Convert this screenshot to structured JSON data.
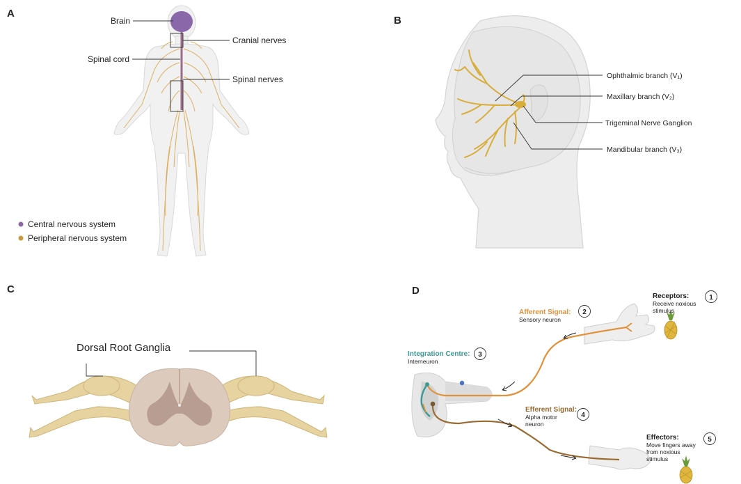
{
  "colors": {
    "cns": "#8a67a8",
    "pns": "#c99838",
    "afferent": "#e0913a",
    "efferent": "#9a6a30",
    "integration": "#3b9a96",
    "ganglia": "#e6d3a0",
    "grey_matter": "#b79d92",
    "white_matter": "#dccabd"
  },
  "panel_a": {
    "letter": "A",
    "labels": {
      "brain": "Brain",
      "cranial_nerves": "Cranial nerves",
      "spinal_cord": "Spinal cord",
      "spinal_nerves": "Spinal nerves"
    },
    "legend": [
      {
        "text": "Central nervous system",
        "color": "#8a67a8"
      },
      {
        "text": "Peripheral nervous system",
        "color": "#c99838"
      }
    ]
  },
  "panel_b": {
    "letter": "B",
    "labels": {
      "ophthalmic": "Ophthalmic branch (V₁)",
      "maxillary": "Maxillary branch (V₂)",
      "ganglion": "Trigeminal Nerve Ganglion",
      "mandibular": "Mandibular branch (V₃)"
    }
  },
  "panel_c": {
    "letter": "C",
    "labels": {
      "drg": "Dorsal Root Ganglia"
    }
  },
  "panel_d": {
    "letter": "D",
    "steps": [
      {
        "num": "1",
        "title": "Receptors:",
        "desc": [
          "Receive noxious",
          "stimulus"
        ]
      },
      {
        "num": "2",
        "title": "Afferent Signal:",
        "desc": [
          "Sensory neuron"
        ]
      },
      {
        "num": "3",
        "title": "Integration Centre:",
        "desc": [
          "Interneuron"
        ]
      },
      {
        "num": "4",
        "title": "Efferent Signal:",
        "desc": [
          "Alpha motor",
          "neuron"
        ]
      },
      {
        "num": "5",
        "title": "Effectors:",
        "desc": [
          "Move fingers away",
          "from noxious",
          "stimulus"
        ]
      }
    ]
  }
}
